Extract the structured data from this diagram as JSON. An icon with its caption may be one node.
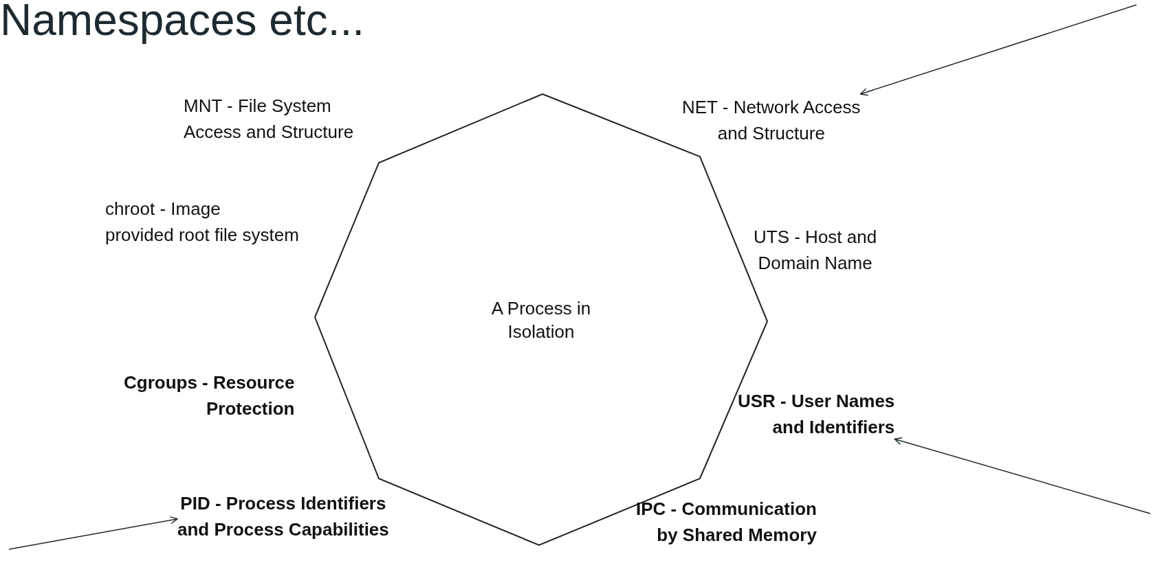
{
  "diagram": {
    "title": "Namespaces etc...",
    "nodes": [
      {
        "text": [
          "A Process in Isolation"
        ]
      },
      {
        "text": [
          "NET - Network Access and Structure"
        ]
      },
      {
        "text": [
          "USR - User Names and Identifiers"
        ]
      },
      {
        "text": [
          "PID - Process Identifiers and Process Capabilities"
        ]
      }
    ],
    "edges": [
      {
        "from": null,
        "to": 1,
        "arrow": "to"
      },
      {
        "from": null,
        "to": 2,
        "arrow": "to"
      },
      {
        "from": null,
        "to": 3,
        "arrow": "to"
      }
    ],
    "labels": [
      "MNT - File System Access and Structure",
      "chroot - Image provided root file system",
      "UTS - Host and Domain Name",
      "Cgroups - Resource Protection",
      "IPC - Communication by Shared Memory"
    ]
  }
}
